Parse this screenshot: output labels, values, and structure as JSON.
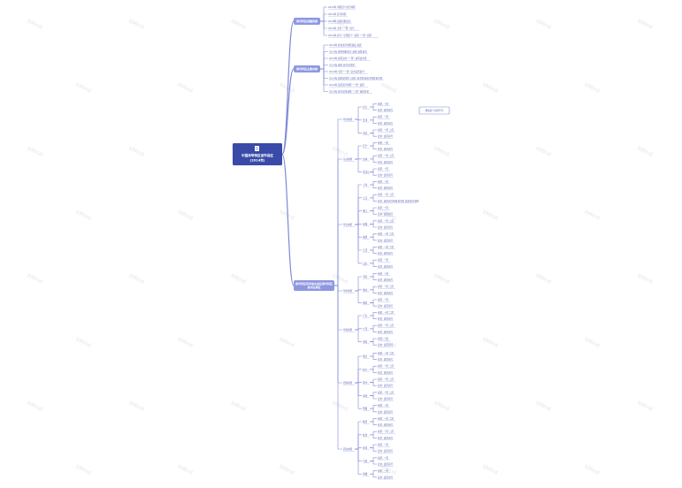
{
  "root": {
    "title_line1": "中国商号特区省市县区",
    "title_line2": "(2014年)",
    "icon": "document-icon"
  },
  "colors": {
    "root_bg": "#3a4aa8",
    "branch_bg": "#8e98e0",
    "line": "#7d88d8",
    "leaf_text": "#5a63b0",
    "leaf_underline": "#b9bff0",
    "callout_border": "#7d88d8",
    "watermark": "#e4e4ee"
  },
  "callout": {
    "text": "增加各个省区代号"
  },
  "watermark": {
    "text": "XMind"
  },
  "branches": [
    {
      "label": "商号特区创建背景",
      "leaves": [
        "2014年 中国首个商号特区",
        "2014年 商号特区",
        "2014年 全国首批试点",
        "2014年 全区 \"一区\" 商号",
        "2014年 商号 \"全国首个\" 商区 \"一区\" 商区"
      ]
    },
    {
      "label": "商号特区主要内容",
      "leaves": [
        "2014年 各省商号特区建设 商区",
        "2014年 各区特区商号 商区 商区县市",
        "2014年 商区县市 \"一区\" 商区县市区",
        "2014年 商区 商号县市区",
        "2014年 全区 \"一区\" 县市县区商号",
        "2014年 商区县市区 (全区) 县市区县商号特区县市区",
        "2014年 县区商号特区 \"一区\" 商区",
        "2014年 商号县市商区 \"一区\" 商区县市"
      ]
    },
    {
      "label": "商号特区所涉省市县区商号特区县市区商区",
      "groups": [
        {
          "label": "华北地区",
          "subs": [
            {
              "label": "北京",
              "leaves": [
                "商区: 一区",
                "县市: 县区商号"
              ]
            },
            {
              "label": "天津",
              "leaves": [
                "商区: 一区",
                "县市: 县区商号"
              ]
            },
            {
              "label": "河北",
              "leaves": [
                "商区: 一区 二区",
                "县市: 县区商号"
              ]
            }
          ]
        },
        {
          "label": "东北地区",
          "subs": [
            {
              "label": "辽宁",
              "leaves": [
                "商区: 一区",
                "县市: 县区商号"
              ]
            },
            {
              "label": "吉林",
              "leaves": [
                "商区: 一区 二区",
                "县市: 县区商号"
              ]
            },
            {
              "label": "黑龙江",
              "leaves": [
                "商区: 一区",
                "县市: 县区商号"
              ]
            }
          ]
        },
        {
          "label": "华东地区",
          "subs": [
            {
              "label": "上海",
              "leaves": [
                "商区: 一区",
                "县市: 县区商号"
              ]
            },
            {
              "label": "江苏",
              "leaves": [
                "商区: 一区 二区",
                "县市: 县区商号特区县市区 县区商号特区"
              ]
            },
            {
              "label": "浙江",
              "leaves": [
                "商区: 一区",
                "县市: 县区商号"
              ]
            },
            {
              "label": "安徽",
              "leaves": [
                "商区: 一区 二区",
                "县市: 县区商号"
              ]
            },
            {
              "label": "福建",
              "leaves": [
                "商区: 一区 二区",
                "县市: 县区商号"
              ]
            },
            {
              "label": "江西",
              "leaves": [
                "商区: 一区 二区",
                "县市: 县区商号"
              ]
            },
            {
              "label": "山东",
              "leaves": [
                "商区: 一区",
                "县市: 县区商号"
              ]
            }
          ]
        },
        {
          "label": "华中地区",
          "subs": [
            {
              "label": "河南",
              "leaves": [
                "商区: 一区",
                "县市: 县区商号"
              ]
            },
            {
              "label": "湖北",
              "leaves": [
                "商区: 一区 二区",
                "县市: 县区商号"
              ]
            },
            {
              "label": "湖南",
              "leaves": [
                "商区: 一区",
                "县市: 县区商号"
              ]
            }
          ]
        },
        {
          "label": "华南地区",
          "subs": [
            {
              "label": "广东",
              "leaves": [
                "商区: 一区 二区",
                "县市: 县区商号"
              ]
            },
            {
              "label": "广西",
              "leaves": [
                "商区: 一区 二区",
                "县市: 县区商号"
              ]
            },
            {
              "label": "海南",
              "leaves": [
                "商区: 一区",
                "县市: 县区商号"
              ]
            }
          ]
        },
        {
          "label": "西南地区",
          "subs": [
            {
              "label": "重庆",
              "leaves": [
                "商区: 一区 二区",
                "县市: 县区商号"
              ]
            },
            {
              "label": "四川",
              "leaves": [
                "商区: 一区 二区",
                "县市: 县区商号"
              ]
            },
            {
              "label": "贵州",
              "leaves": [
                "商区: 一区 二区",
                "县市: 县区商号"
              ]
            },
            {
              "label": "云南",
              "leaves": [
                "商区: 一区 二区",
                "县市: 县区商号"
              ]
            },
            {
              "label": "西藏",
              "leaves": [
                "商区: 一区",
                "县市: 县区商号"
              ]
            }
          ]
        },
        {
          "label": "西北地区",
          "subs": [
            {
              "label": "陕西",
              "leaves": [
                "商区: 一区 二区",
                "县市: 县区商号"
              ]
            },
            {
              "label": "甘肃",
              "leaves": [
                "商区: 一区 二区",
                "县市: 县区商号"
              ]
            },
            {
              "label": "青海",
              "leaves": [
                "商区: 一区",
                "县市: 县区商号"
              ]
            },
            {
              "label": "宁夏",
              "leaves": [
                "商区: 一区",
                "县市: 县区商号"
              ]
            },
            {
              "label": "新疆",
              "leaves": [
                "商区: 一区",
                "县市: 县区商号"
              ]
            }
          ]
        }
      ]
    }
  ]
}
